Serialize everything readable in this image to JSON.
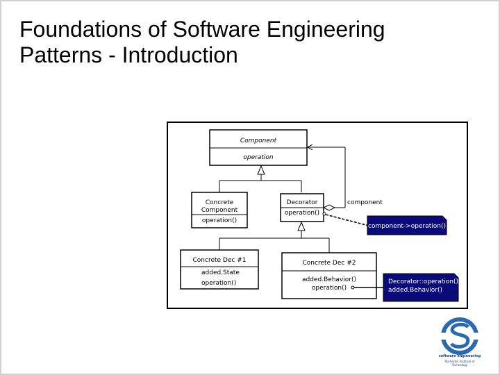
{
  "slide": {
    "title_line1": "Foundations of Software Engineering",
    "title_line2": "Patterns - Introduction"
  },
  "diagram": {
    "component": {
      "name": "Component",
      "operation": "operation"
    },
    "concrete_component": {
      "name_line1": "Concrete",
      "name_line2": "Component",
      "operation": "operation()"
    },
    "decorator": {
      "name": "Decorator",
      "operation": "operation()"
    },
    "association_label": "component",
    "note_component_op": "component->operation()",
    "concrete_dec1": {
      "name": "Concrete Dec #1",
      "state": "added.State",
      "operation": "operation()"
    },
    "concrete_dec2": {
      "name": "Concrete Dec #2",
      "behavior": "added.Behavior()",
      "operation": "operation()"
    },
    "note_decorator": {
      "line1": "Decorator::operation()",
      "line2": "added.Behavior()"
    }
  },
  "logo": {
    "text_line1": "software engineering",
    "text_line2": "Rochester Institute of Technology"
  },
  "colors": {
    "note_fill": "#0a0a7a",
    "note_text": "#ffffff",
    "logo_blue": "#2a6ab0"
  }
}
